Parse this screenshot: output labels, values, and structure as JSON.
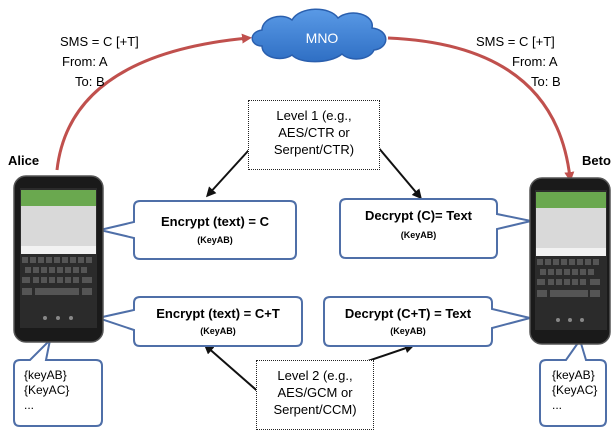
{
  "cloud": {
    "label": "MNO"
  },
  "left_sms": {
    "line1": "SMS = C [+T]",
    "line2": "From: A",
    "line3": "To: B"
  },
  "right_sms": {
    "line1": "SMS = C [+T]",
    "line2": "From: A",
    "line3": "To: B"
  },
  "alice": {
    "name": "Alice"
  },
  "bob": {
    "name": "Beto"
  },
  "level1": {
    "line1": "Level 1 (e.g.,",
    "line2": "AES/CTR or",
    "line3": "Serpent/CTR)"
  },
  "level2": {
    "line1": "Level 2 (e.g.,",
    "line2": "AES/GCM or",
    "line3": "Serpent/CCM)"
  },
  "bubbles": {
    "encrypt1": {
      "text": "Encrypt (text) = C",
      "key": "(KeyAB)"
    },
    "decrypt1": {
      "text": "Decrypt (C)= Text",
      "key": "(KeyAB)"
    },
    "encrypt2": {
      "text": "Encrypt (text) = C+T",
      "key": "(KeyAB)"
    },
    "decrypt2": {
      "text": "Decrypt (C+T) = Text",
      "key": "(KeyAB)"
    }
  },
  "keys_left": {
    "line1": "{keyAB}",
    "line2": "{KeyAC}",
    "line3": "..."
  },
  "keys_right": {
    "line1": "{keyAB}",
    "line2": "{KeyAC}",
    "line3": "..."
  },
  "colors": {
    "arc": "#c0504d",
    "cloud": "#3b7fd4",
    "bubble_border": "#4f6fa8"
  }
}
